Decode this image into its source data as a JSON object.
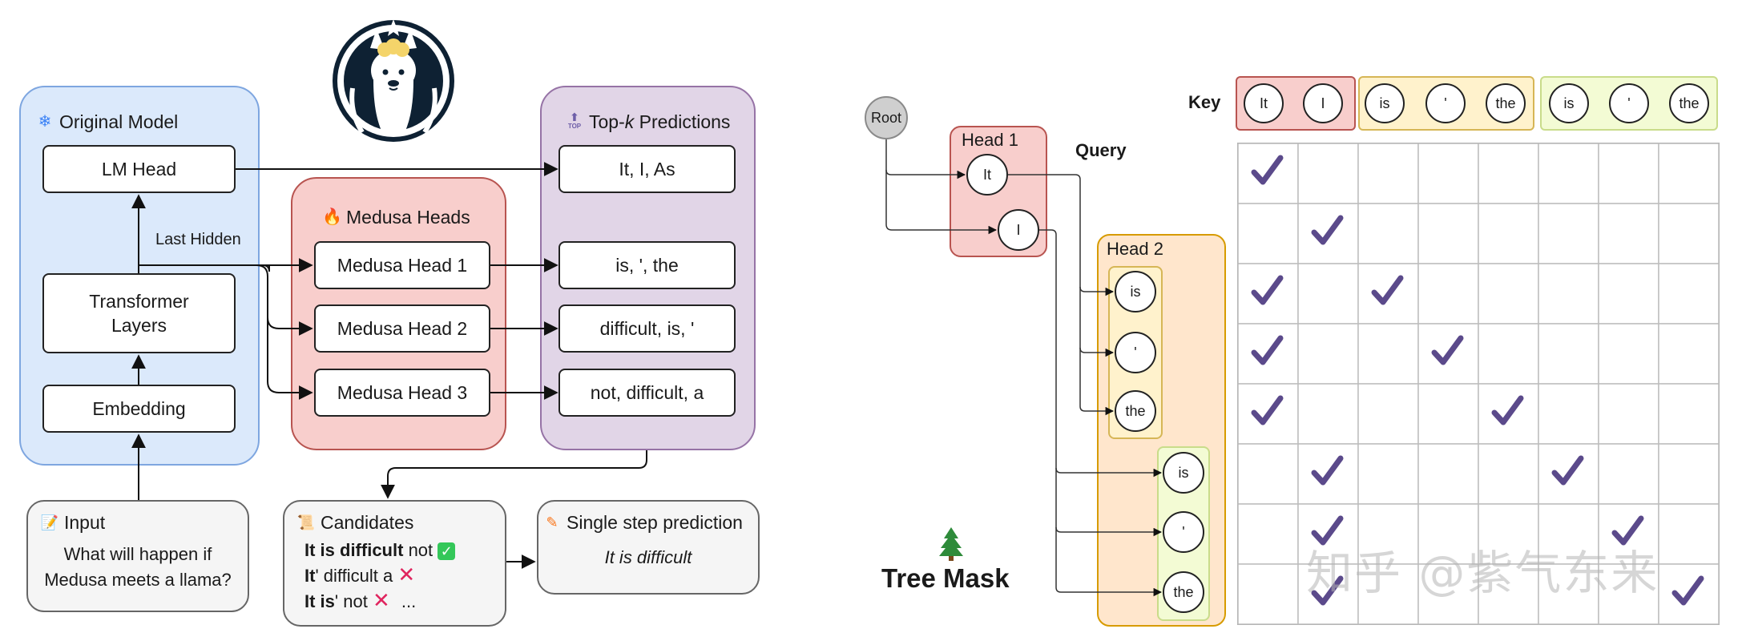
{
  "left": {
    "original_model": {
      "title": "Original Model",
      "lm_head": "LM Head",
      "transformer": [
        "Transformer",
        "Layers"
      ],
      "embedding": "Embedding"
    },
    "last_hidden": "Last Hidden",
    "medusa": {
      "title": "Medusa Heads",
      "heads": [
        "Medusa Head 1",
        "Medusa Head 2",
        "Medusa Head 3"
      ]
    },
    "topk": {
      "title_pre": "Top-",
      "title_k": "k",
      "title_post": " Predictions",
      "rows": [
        "It, I, As",
        "is, ', the",
        "difficult, is, '",
        "not, difficult, a"
      ]
    },
    "input": {
      "title": "Input",
      "text": [
        "What will happen if",
        "Medusa meets a llama?"
      ]
    },
    "candidates": {
      "title": "Candidates",
      "lines": [
        {
          "bold": "It is difficult",
          "rest": " not",
          "mark": "check"
        },
        {
          "bold": "It",
          "rest": "' difficult a",
          "mark": "cross"
        },
        {
          "bold": "It is",
          "rest": "' not",
          "mark": "cross",
          "tail": "..."
        }
      ]
    },
    "single_step": {
      "title": "Single step prediction",
      "text": "It is difficult"
    }
  },
  "right": {
    "root": "Root",
    "head1": {
      "title": "Head 1",
      "nodes": [
        "It",
        "I"
      ]
    },
    "head2": {
      "title": "Head 2",
      "group1": [
        "is",
        "'",
        "the"
      ],
      "group2": [
        "is",
        "'",
        "the"
      ]
    },
    "query": "Query",
    "key": {
      "label": "Key",
      "tokens": [
        "It",
        "I",
        "is",
        "'",
        "the",
        "is",
        "'",
        "the"
      ]
    },
    "tree_mask": "Tree Mask",
    "watermark": "知乎 @紫气东来"
  },
  "mask": [
    [
      1,
      0,
      0,
      0,
      0,
      0,
      0,
      0
    ],
    [
      0,
      1,
      0,
      0,
      0,
      0,
      0,
      0
    ],
    [
      1,
      0,
      1,
      0,
      0,
      0,
      0,
      0
    ],
    [
      1,
      0,
      0,
      1,
      0,
      0,
      0,
      0
    ],
    [
      1,
      0,
      0,
      0,
      1,
      0,
      0,
      0
    ],
    [
      0,
      1,
      0,
      0,
      0,
      1,
      0,
      0
    ],
    [
      0,
      1,
      0,
      0,
      0,
      0,
      1,
      0
    ],
    [
      0,
      1,
      0,
      0,
      0,
      0,
      0,
      1
    ]
  ],
  "colors": {
    "blue_fill": "#dbe9fb",
    "blue_border": "#7ea6e0",
    "red_fill": "#f8cecc",
    "red_border": "#b85450",
    "purple_fill": "#e1d5e7",
    "purple_border": "#9673a6",
    "gray_fill": "#f5f5f5",
    "gray_border": "#666666",
    "orange_fill": "#ffe6cc",
    "orange_border": "#d79b00",
    "yellow_fill": "#fff2cc",
    "yellow_border": "#d6b656",
    "green_fill": "#f3fbd4",
    "green_border": "#c9dc8a",
    "check": "#5b4a8b"
  },
  "icons": [
    "snowflake-icon",
    "fire-icon",
    "top-arrow-icon",
    "memo-icon",
    "scroll-icon",
    "pencil-icon",
    "tree-icon",
    "llama-logo",
    "check-icon",
    "cross-icon"
  ]
}
